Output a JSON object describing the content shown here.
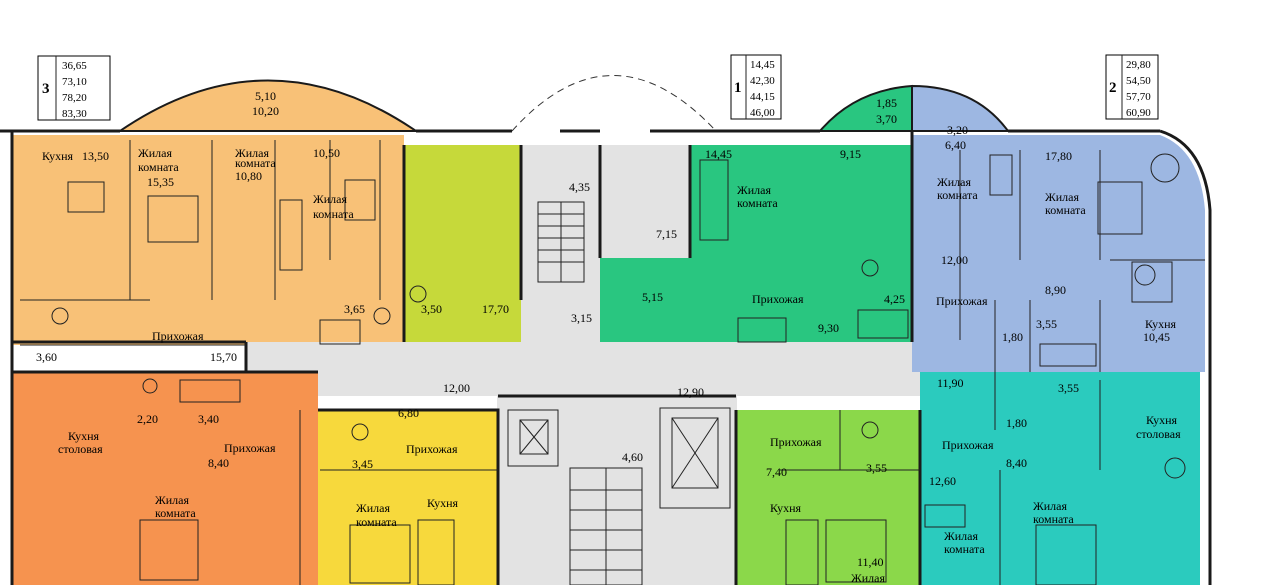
{
  "legend": [
    {
      "number": "3",
      "areas": [
        "36,65",
        "73,10",
        "78,20",
        "83,30"
      ]
    },
    {
      "number": "1",
      "areas": [
        "14,45",
        "42,30",
        "44,15",
        "46,00"
      ]
    },
    {
      "number": "2",
      "areas": [
        "29,80",
        "54,50",
        "57,70",
        "60,90"
      ]
    }
  ],
  "colors": {
    "apt3": "#f8c177",
    "apt_lime": "#c6d93a",
    "apt1": "#29c680",
    "apt2": "#9db7e2",
    "apt_orange": "#f6934f",
    "apt_yellow": "#f7d93c",
    "apt_green": "#8bd84a",
    "apt_teal": "#2bcbbe",
    "common": "#e3e3e3"
  },
  "labels": {
    "kitchen": "Кухня",
    "living": "Жилая",
    "room": "комната",
    "hall": "Прихожая",
    "dining": "столовая"
  },
  "areas": {
    "a3_kitchen": "13,50",
    "a3_living1": "15,35",
    "a3_living2": "10,80",
    "a3_living3": "10,50",
    "a3_balcony_a": "5,10",
    "a3_balcony_b": "10,20",
    "a3_bath": "3,65",
    "a3_wc": "3,60",
    "a3_hall": "15,70",
    "lime_bath": "3,50",
    "lime_room": "17,70",
    "stair_a": "4,35",
    "corr_a": "3,15",
    "stair_b": "7,15",
    "a1_living": "14,45",
    "a1_kitchen": "9,15",
    "a1_bal_a": "1,85",
    "a1_bal_b": "3,70",
    "a1_hall_s": "5,15",
    "a1_bath": "4,25",
    "a1_hall": "9,30",
    "a2_bal_a": "3,20",
    "a2_bal_b": "6,40",
    "a2_living": "17,80",
    "a2_hall": "12,00",
    "a2_kitchen_sm": "8,90",
    "a2_kitchen": "10,45",
    "a2_wc": "1,80",
    "a2_bath": "3,55",
    "corr_left": "12,00",
    "corr_mid": "12,90",
    "corr_right": "11,90",
    "lift_hall": "4,60",
    "or_bath1": "2,20",
    "or_bath2": "3,40",
    "or_hall": "8,40",
    "ye_bath": "6,80",
    "ye_wc": "3,45",
    "gr_kitchen": "7,40",
    "gr_bath": "3,55",
    "gr_room": "11,40",
    "te_bath": "3,55",
    "te_wc": "1,80",
    "te_hall": "8,40",
    "te_room": "12,60"
  }
}
